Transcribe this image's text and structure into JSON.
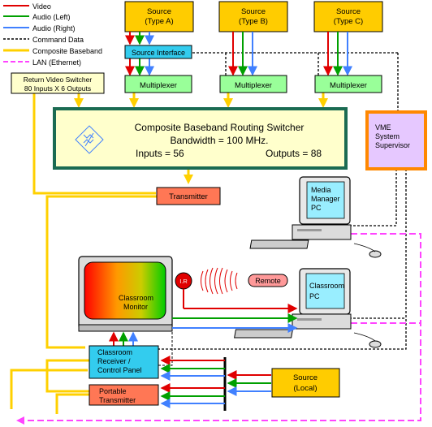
{
  "legend": {
    "items": [
      {
        "label": "Video",
        "color": "#e00000",
        "style": "solid"
      },
      {
        "label": "Audio (Left)",
        "color": "#00a000",
        "style": "solid"
      },
      {
        "label": "Audio (Right)",
        "color": "#4080ff",
        "style": "solid"
      },
      {
        "label": "Command Data",
        "color": "#000000",
        "style": "dashed"
      },
      {
        "label": "Composite Baseband",
        "color": "#ffd000",
        "style": "solid"
      },
      {
        "label": "LAN (Ethernet)",
        "color": "#ff44ff",
        "style": "dashed"
      }
    ]
  },
  "sources": {
    "a_line1": "Source",
    "a_line2": "(Type A)",
    "b_line1": "Source",
    "b_line2": "(Type B)",
    "c_line1": "Source",
    "c_line2": "(Type C)"
  },
  "source_interface": "Source Interface",
  "multiplexer": "Multiplexer",
  "return_switcher": {
    "line1": "Return Video Switcher",
    "line2": "80 Inputs X 6 Outputs"
  },
  "router": {
    "title": "Composite Baseband Routing Switcher",
    "bandwidth": "Bandwidth = 100 MHz.",
    "inputs": "Inputs = 56",
    "outputs": "Outputs = 88"
  },
  "vme": {
    "line1": "VME",
    "line2": "System",
    "line3": "Supervisor"
  },
  "transmitter": "Transmitter",
  "media_manager": {
    "line1": "Media",
    "line2": "Manager",
    "line3": "PC"
  },
  "classroom_pc": {
    "line1": "Classroom",
    "line2": "PC"
  },
  "monitor": {
    "line1": "Classroom",
    "line2": "Monitor"
  },
  "ir": "I.R",
  "remote": "Remote",
  "receiver": {
    "line1": "Classroom",
    "line2": "Receiver /",
    "line3": "Control Panel"
  },
  "portable": {
    "line1": "Portable",
    "line2": "Transmitter"
  },
  "local_source": {
    "line1": "Source",
    "line2": "(Local)"
  }
}
